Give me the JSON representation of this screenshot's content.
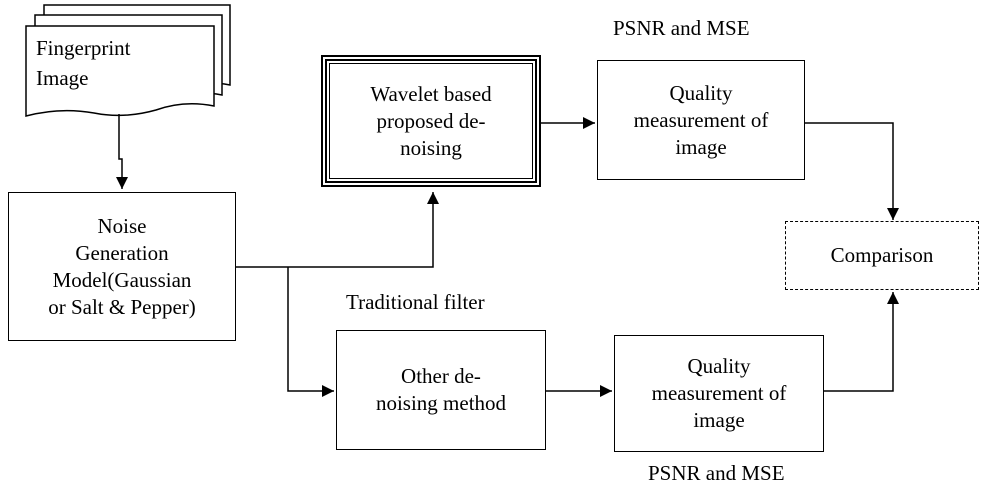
{
  "fingerprint": {
    "line1": "Fingerprint",
    "line2": "Image"
  },
  "noise_box": {
    "lines": [
      "Noise",
      "Generation",
      "Model(Gaussian",
      "or Salt & Pepper)"
    ]
  },
  "wavelet_box": {
    "lines": [
      "Wavelet based",
      "proposed de-",
      "noising"
    ]
  },
  "quality_top": {
    "lines": [
      "Quality",
      "measurement of",
      "image"
    ]
  },
  "comparison_box": {
    "label": "Comparison"
  },
  "other_box": {
    "lines": [
      "Other de-",
      "noising method"
    ]
  },
  "quality_bottom": {
    "lines": [
      "Quality",
      "measurement of",
      "image"
    ]
  },
  "labels": {
    "psnr_top": "PSNR and MSE",
    "traditional": "Traditional filter",
    "psnr_bottom": "PSNR and MSE"
  }
}
